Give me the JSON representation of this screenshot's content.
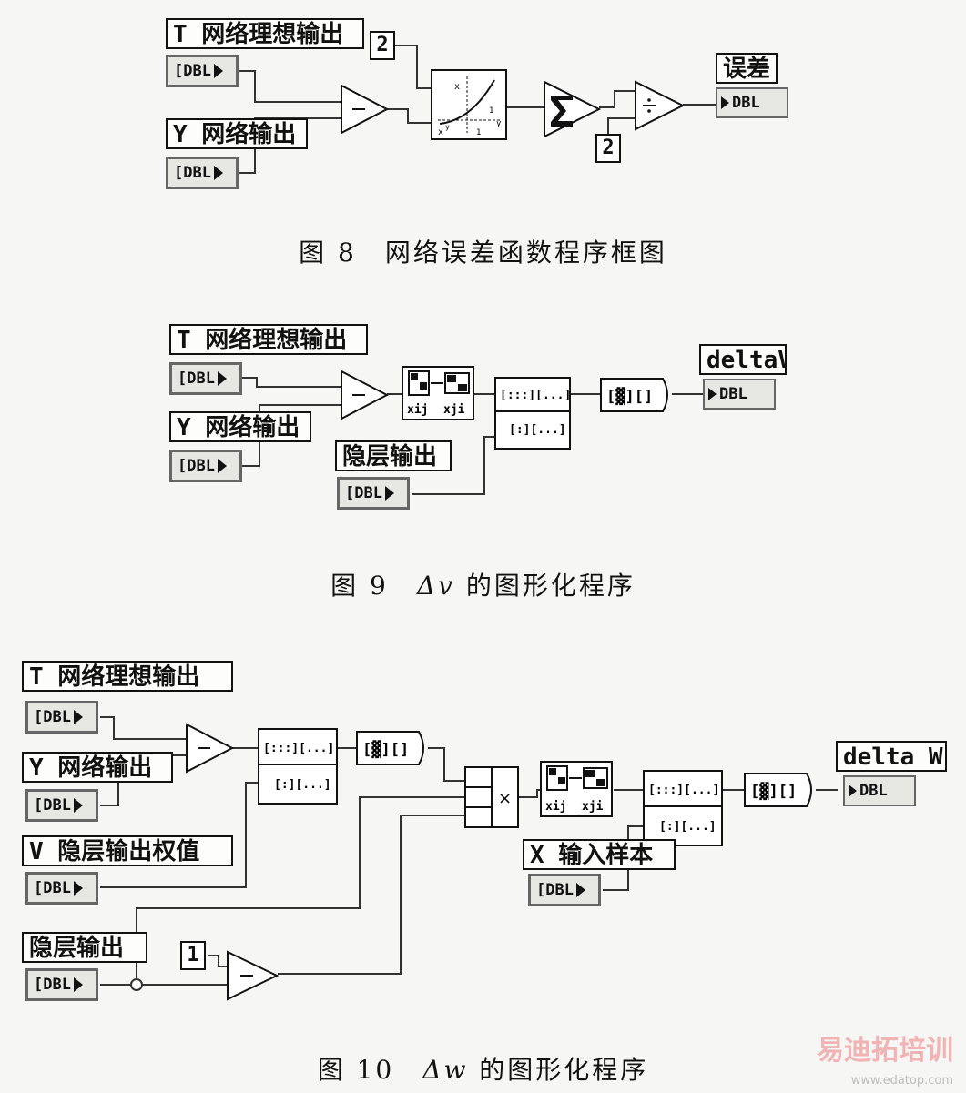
{
  "fig8": {
    "t_label": "T 网络理想输出",
    "y_label": "Y 网络输出",
    "const_a": "2",
    "const_b": "2",
    "out_label": "误差",
    "dbl": "DBL",
    "caption": "图 8　网络误差函数程序框图"
  },
  "fig9": {
    "t_label": "T 网络理想输出",
    "y_label": "Y 网络输出",
    "h_label": "隐层输出",
    "out_label": "deltaV",
    "dbl": "DBL",
    "caption_pre": "图 9　",
    "caption_var": "Δv",
    "caption_post": " 的图形化程序"
  },
  "fig10": {
    "t_label": "T 网络理想输出",
    "y_label": "Y 网络输出",
    "v_label": "V 隐层输出权值",
    "h_label": "隐层输出",
    "x_label": "X 输入样本",
    "const_one": "1",
    "out_label": "delta W",
    "dbl": "DBL",
    "caption_pre": "图 10　",
    "caption_var": "Δw",
    "caption_post": " 的图形化程序"
  },
  "watermark": {
    "brand": "易迪拓培训",
    "url": "www.edatop.com"
  },
  "colors": {
    "wire": "#333333",
    "terminal": "#666666",
    "ink": "#111111",
    "watermark": "#f1b3b3"
  }
}
